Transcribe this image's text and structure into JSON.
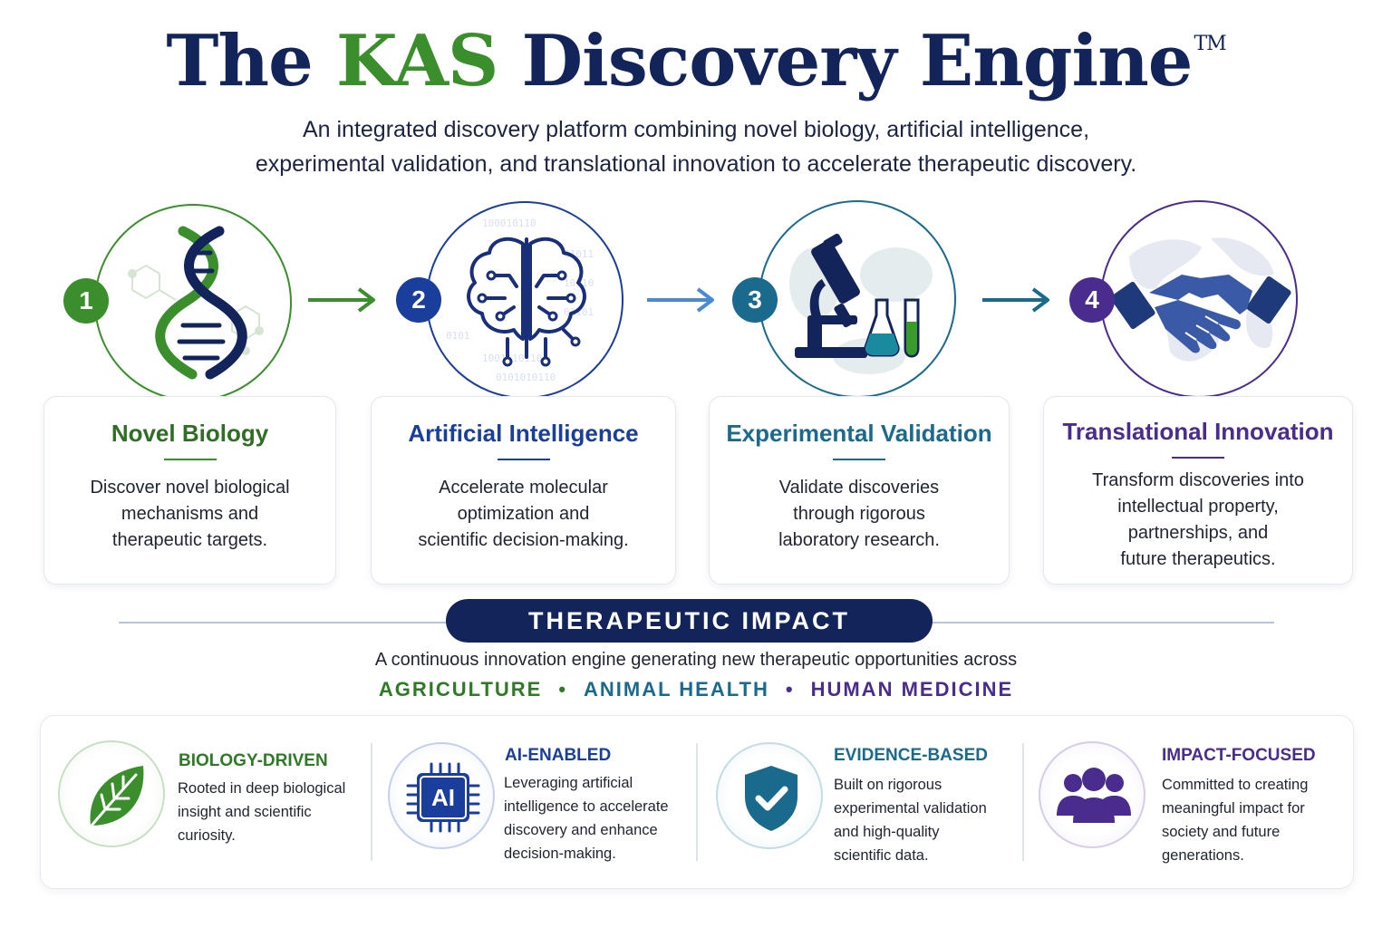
{
  "header": {
    "title_pre": "The ",
    "title_kas": "KAS",
    "title_post": " Discovery Engine",
    "trademark": "TM",
    "subtitle_line1": "An integrated discovery platform combining novel biology, artificial intelligence,",
    "subtitle_line2": "experimental validation, and translational innovation to accelerate therapeutic discovery."
  },
  "steps": [
    {
      "number": "1",
      "title": "Novel Biology",
      "text": "Discover novel biological\nmechanisms and\ntherapeutic targets.",
      "color": "#3a8f2c",
      "icon": "dna-icon"
    },
    {
      "number": "2",
      "title": "Artificial Intelligence",
      "text": "Accelerate molecular\noptimization and\nscientific decision-making.",
      "color": "#1a3e9c",
      "icon": "brain-circuit-icon"
    },
    {
      "number": "3",
      "title": "Experimental Validation",
      "text": "Validate discoveries\nthrough rigorous\nlaboratory research.",
      "color": "#1a6a8e",
      "icon": "microscope-icon"
    },
    {
      "number": "4",
      "title": "Translational Innovation",
      "text": "Transform discoveries into\nintellectual property,\npartnerships, and\nfuture therapeutics.",
      "color": "#4a2c8e",
      "icon": "handshake-icon"
    }
  ],
  "impact": {
    "label": "THERAPEUTIC IMPACT",
    "description": "A continuous innovation engine generating new therapeutic opportunities across",
    "sectors": [
      {
        "label": "AGRICULTURE",
        "color": "#2f7a26"
      },
      {
        "label": "ANIMAL HEALTH",
        "color": "#1a6a8e"
      },
      {
        "label": "HUMAN MEDICINE",
        "color": "#4a2c8e"
      }
    ]
  },
  "features": [
    {
      "title": "BIOLOGY-DRIVEN",
      "text": "Rooted in deep biological\ninsight and scientific\ncuriosity.",
      "color": "#2f7a26",
      "icon": "leaf-icon"
    },
    {
      "title": "AI-ENABLED",
      "text": "Leveraging artificial\nintelligence to accelerate\ndiscovery and enhance\ndecision-making.",
      "color": "#1a3e9c",
      "icon": "ai-chip-icon",
      "icon_label": "AI"
    },
    {
      "title": "EVIDENCE-BASED",
      "text": "Built on rigorous\nexperimental validation\nand high-quality\nscientific data.",
      "color": "#1a6a8e",
      "icon": "shield-check-icon"
    },
    {
      "title": "IMPACT-FOCUSED",
      "text": "Committed to creating\nmeaningful impact for\nsociety and future\ngenerations.",
      "color": "#4a2c8e",
      "icon": "people-icon"
    }
  ]
}
